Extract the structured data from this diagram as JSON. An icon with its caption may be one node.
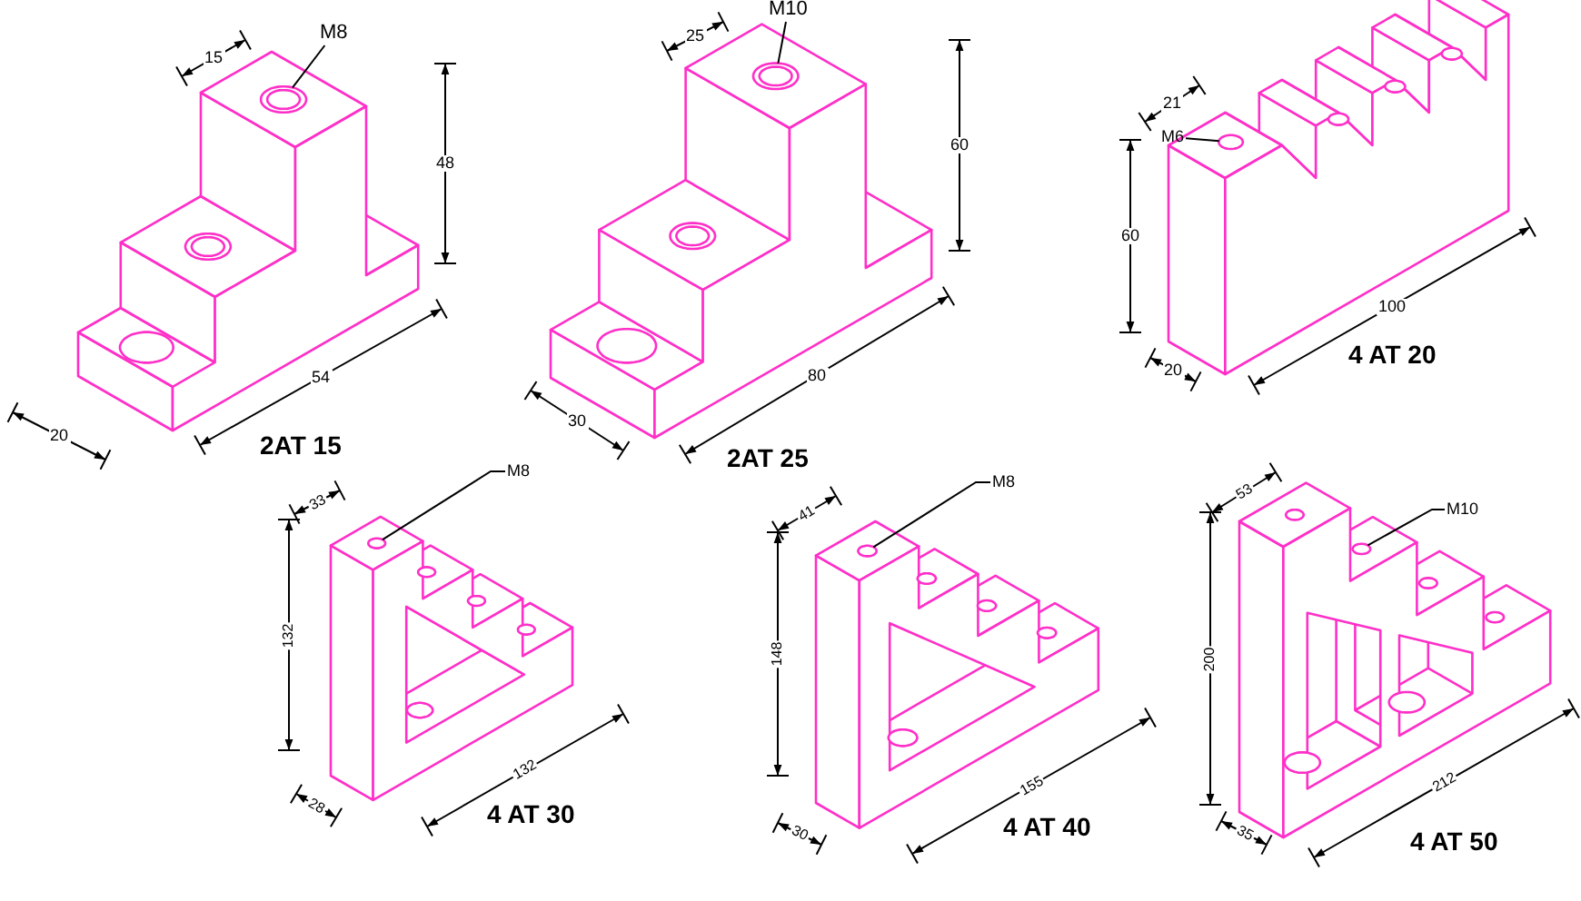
{
  "diagram": {
    "nodes": [
      {
        "text": [
          "M8"
        ]
      },
      {
        "text": [],
        "shape": "circle"
      },
      {
        "text": [
          "M10"
        ]
      },
      {
        "text": [],
        "shape": "circle"
      },
      {
        "text": [
          "M6"
        ]
      },
      {
        "text": [],
        "shape": "circle"
      },
      {
        "text": [
          "M8"
        ]
      },
      {
        "text": [],
        "shape": "circle"
      },
      {
        "text": [
          "M8"
        ]
      },
      {
        "text": [],
        "shape": "circle"
      },
      {
        "text": [
          "M10"
        ]
      },
      {
        "text": [],
        "shape": "circle"
      }
    ],
    "edges": [
      {
        "from": 0,
        "to": 1,
        "arrow": "none"
      },
      {
        "from": 2,
        "to": 3,
        "arrow": "none"
      },
      {
        "from": 4,
        "to": 5,
        "arrow": "none"
      },
      {
        "from": 6,
        "to": 7,
        "arrow": "none"
      },
      {
        "from": 8,
        "to": 9,
        "arrow": "none"
      },
      {
        "from": 10,
        "to": 11,
        "arrow": "none"
      }
    ],
    "labels": [
      "15",
      "48",
      "20",
      "54",
      "2AT 15",
      "25",
      "60",
      "30",
      "80",
      "2AT 25",
      "21",
      "60",
      "100",
      "20",
      "4 AT 20",
      "33",
      "132",
      "28",
      "132",
      "4 AT 30",
      "41",
      "148",
      "30",
      "155",
      "4 AT 40",
      "53",
      "200",
      "35",
      "212",
      "4 AT 50"
    ]
  }
}
